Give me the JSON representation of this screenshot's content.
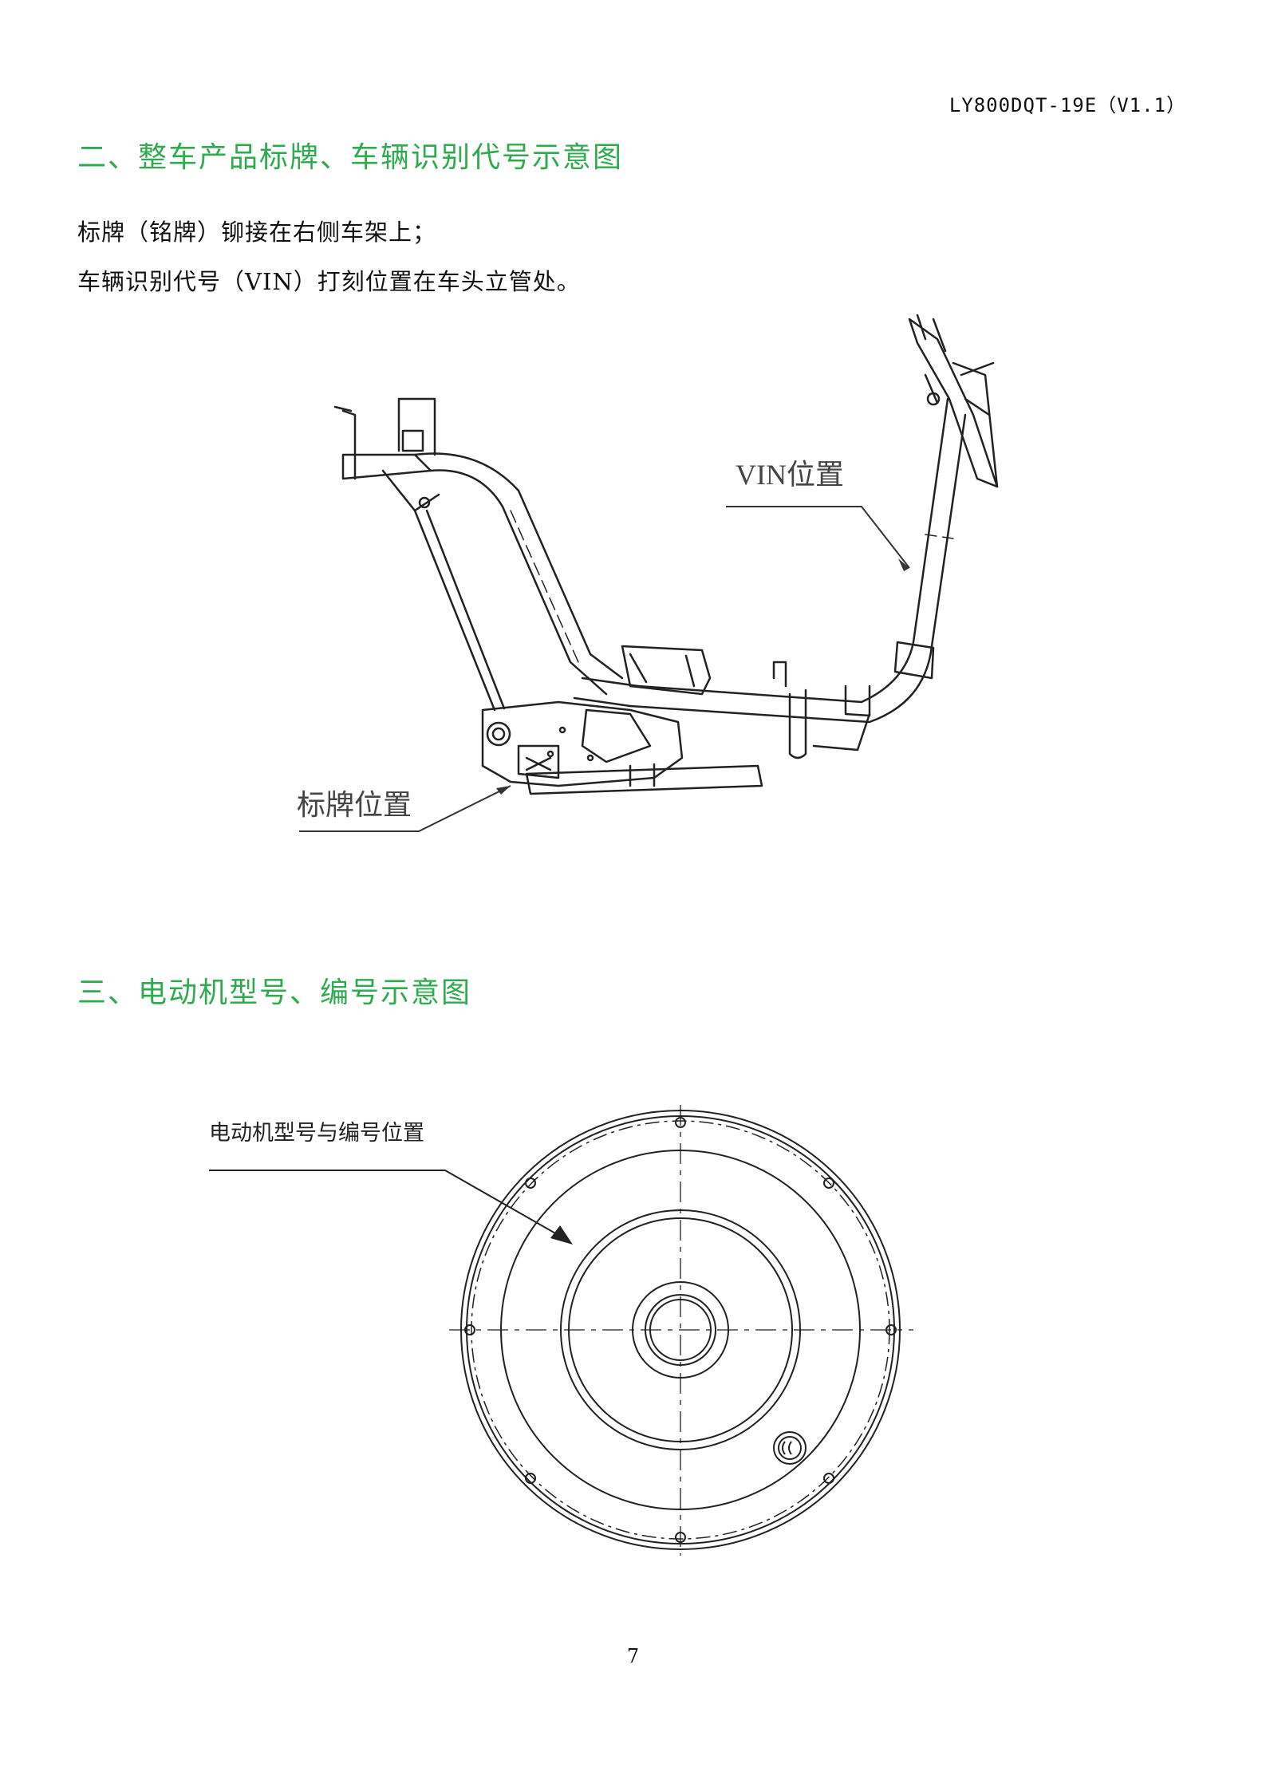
{
  "header": {
    "doc_code": "LY800DQT-19E（V1.1）"
  },
  "section2": {
    "title": "二、整车产品标牌、车辆识别代号示意图",
    "line1": "标牌（铭牌）铆接在右侧车架上；",
    "line2": "车辆识别代号（VIN）打刻位置在车头立管处。",
    "vin_label": "VIN位置",
    "plate_label": "标牌位置"
  },
  "section3": {
    "title": "三、电动机型号、编号示意图",
    "motor_label": "电动机型号与编号位置"
  },
  "footer": {
    "page_number": "7"
  }
}
